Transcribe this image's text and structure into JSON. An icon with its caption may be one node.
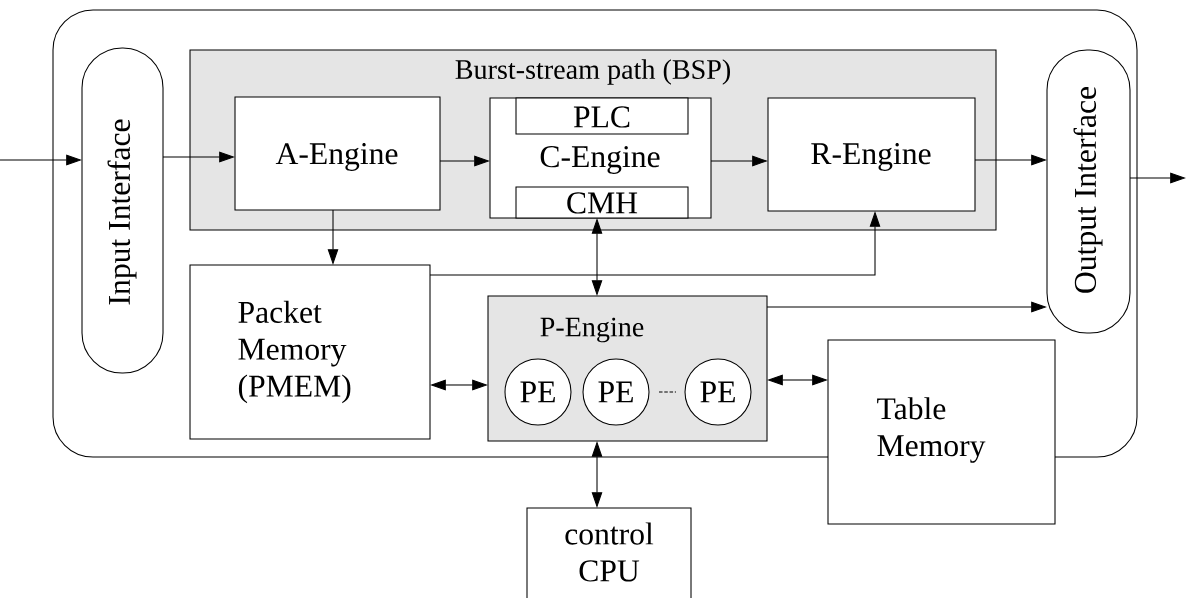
{
  "diagram": {
    "nodes": [
      {
        "text": [],
        "shape": "box"
      },
      {
        "text": [
          "Input Interface"
        ],
        "in": 0
      },
      {
        "text": [
          "Burst-stream path (BSP)"
        ],
        "in": 0
      },
      {
        "text": [
          "A-Engine"
        ],
        "in": 2
      },
      {
        "text": [
          "C-Engine"
        ],
        "in": 2
      },
      {
        "text": [
          "PLC"
        ],
        "in": 4
      },
      {
        "text": [
          "CMH"
        ],
        "in": 4
      },
      {
        "text": [
          "R-Engine"
        ],
        "in": 2
      },
      {
        "text": [
          "Output Interface"
        ],
        "in": 0
      },
      {
        "text": [
          "Packet Memory (PMEM)"
        ],
        "in": 0
      },
      {
        "text": [
          "P-Engine"
        ],
        "in": 0
      },
      {
        "text": [
          "PE"
        ],
        "in": 10
      },
      {
        "text": [
          "PE"
        ],
        "in": 10
      },
      {
        "text": [
          "PE"
        ],
        "in": 10
      },
      {
        "text": [
          "Table Memory"
        ]
      },
      {
        "text": [
          "control CPU"
        ]
      }
    ],
    "edges": [
      {
        "from": null,
        "to": 1,
        "arrow": "to"
      },
      {
        "from": 1,
        "to": 3,
        "arrow": "to"
      },
      {
        "from": 3,
        "to": 4,
        "arrow": "to"
      },
      {
        "from": 4,
        "to": 7,
        "arrow": "to"
      },
      {
        "from": 7,
        "to": 8,
        "arrow": "to"
      },
      {
        "from": 8,
        "to": null,
        "arrow": "to"
      },
      {
        "from": 3,
        "to": 9,
        "arrow": "to"
      },
      {
        "from": 9,
        "to": 7,
        "arrow": "to"
      },
      {
        "from": 6,
        "to": 10,
        "arrow": "both"
      },
      {
        "from": 10,
        "to": 8,
        "arrow": "to"
      },
      {
        "from": 9,
        "to": 10,
        "arrow": "both"
      },
      {
        "from": 10,
        "to": 14,
        "arrow": "both"
      },
      {
        "from": 10,
        "to": 15,
        "arrow": "both"
      }
    ]
  }
}
